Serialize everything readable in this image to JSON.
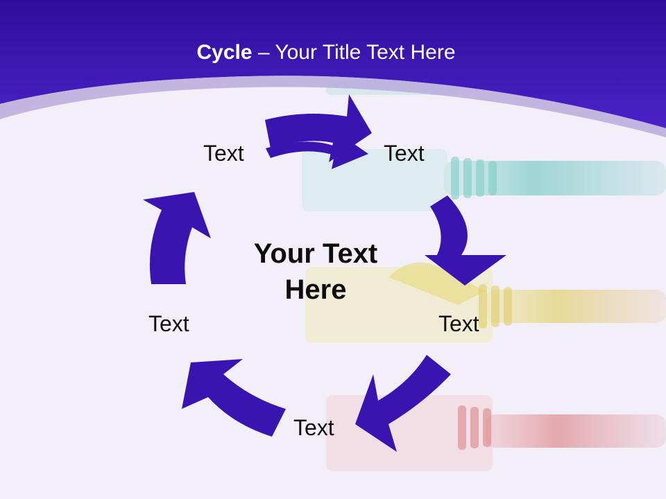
{
  "slide": {
    "title_bold": "Cycle",
    "title_rest": " – Your Title Text Here",
    "center_text": "Your Text Here",
    "nodes": [
      "Text",
      "Text",
      "Text",
      "Text",
      "Text"
    ]
  },
  "colors": {
    "header": "#3b15b6",
    "arrow": "#3a14b0",
    "background": "#f3eff8"
  },
  "decor": {
    "cables": [
      "teal",
      "yellow",
      "red"
    ]
  }
}
